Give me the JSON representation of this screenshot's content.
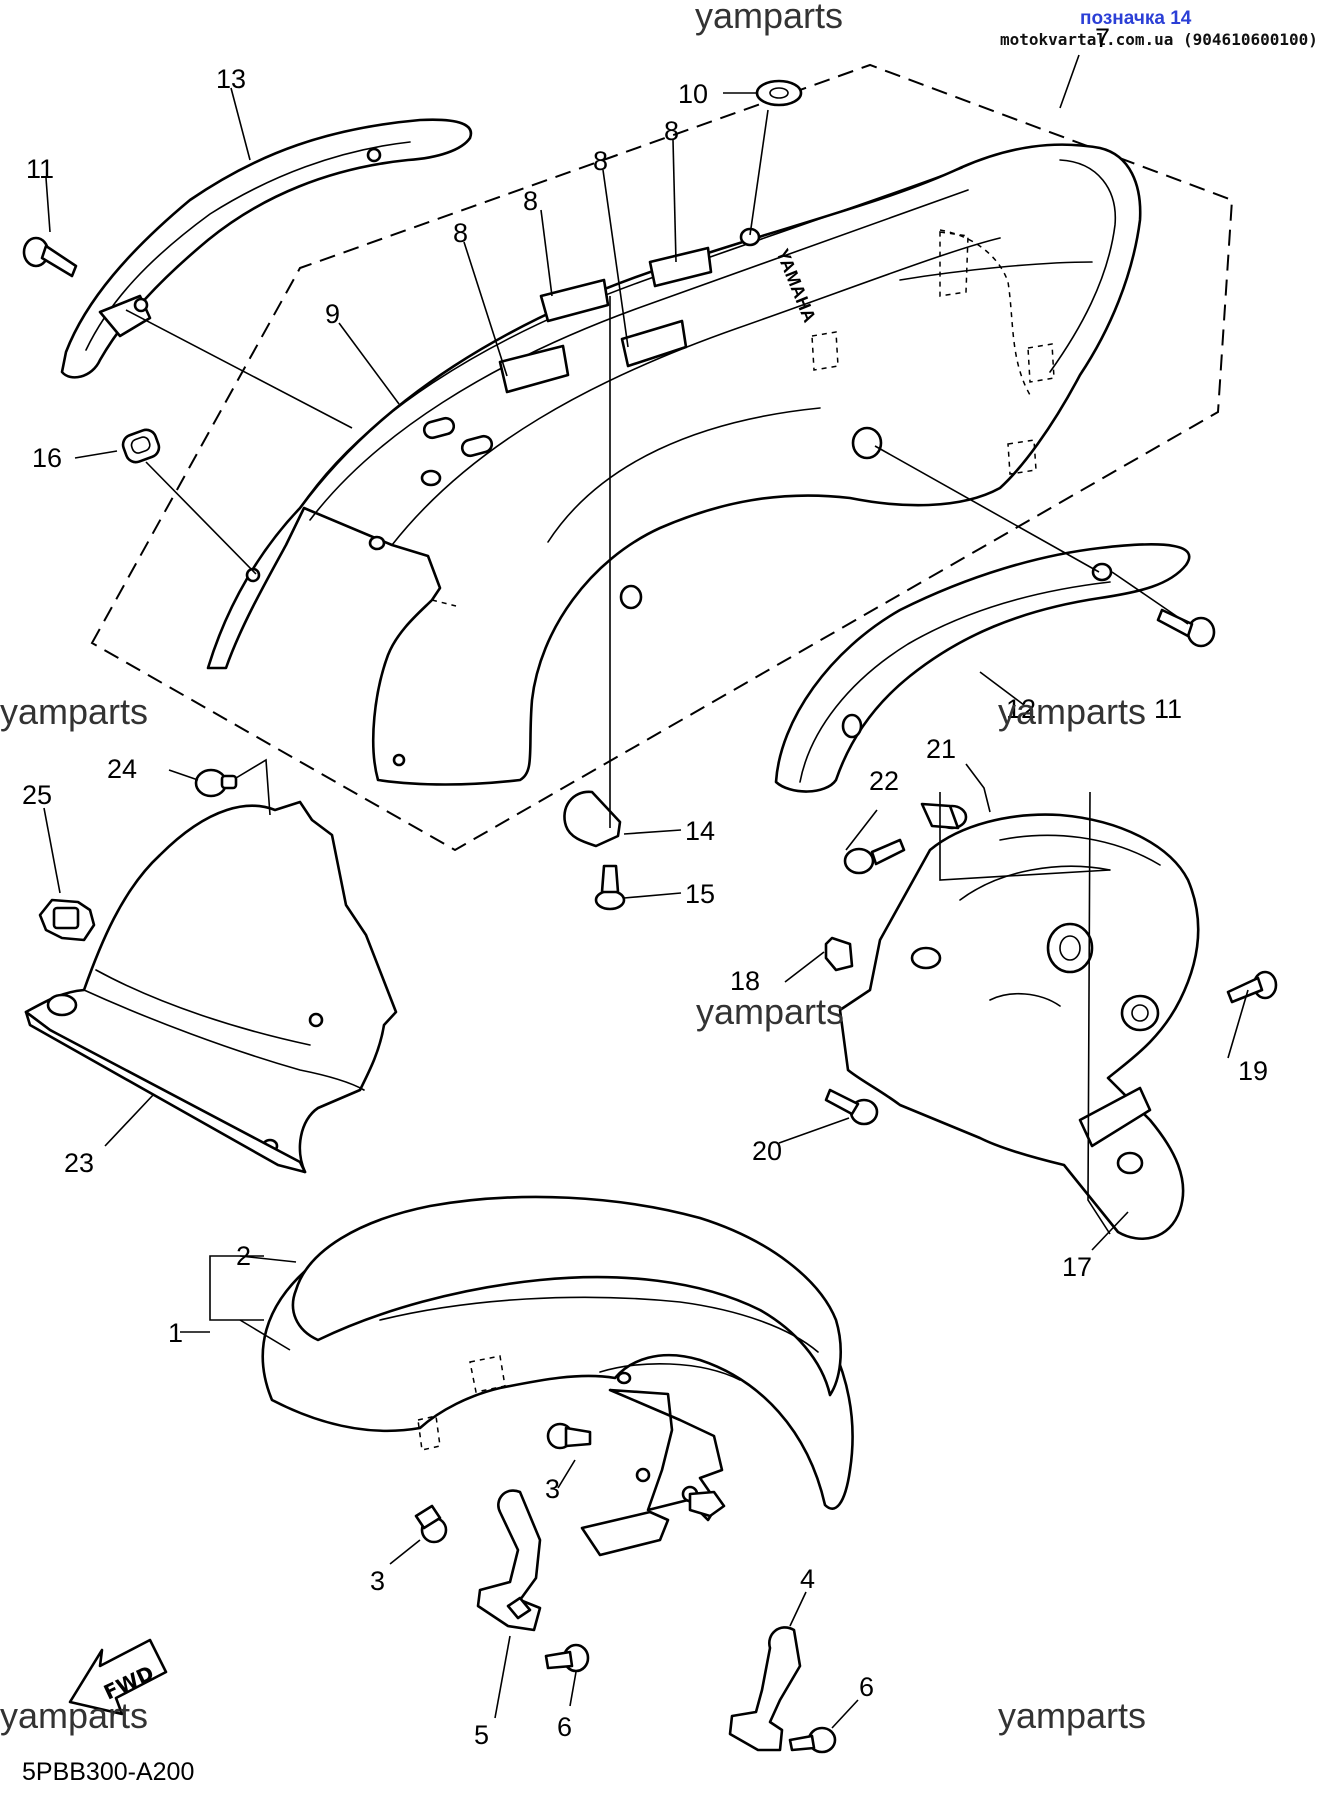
{
  "header": {
    "badge": "позначка 14",
    "site": "motokvartal.com.ua (904610600100)"
  },
  "watermark": "yamparts",
  "diagram_code": "5PBB300-A200",
  "fwd_label": "FWD",
  "callouts": {
    "n1": "1",
    "n2": "2",
    "n3a": "3",
    "n3b": "3",
    "n4": "4",
    "n5": "5",
    "n6a": "6",
    "n6b": "6",
    "n7": "7",
    "n8a": "8",
    "n8b": "8",
    "n8c": "8",
    "n8d": "8",
    "n9": "9",
    "n10": "10",
    "n11a": "11",
    "n11b": "11",
    "n12": "12",
    "n13": "13",
    "n14": "14",
    "n15": "15",
    "n16": "16",
    "n17": "17",
    "n18": "18",
    "n19": "19",
    "n20": "20",
    "n21": "21",
    "n22": "22",
    "n23": "23",
    "n24": "24",
    "n25": "25"
  }
}
